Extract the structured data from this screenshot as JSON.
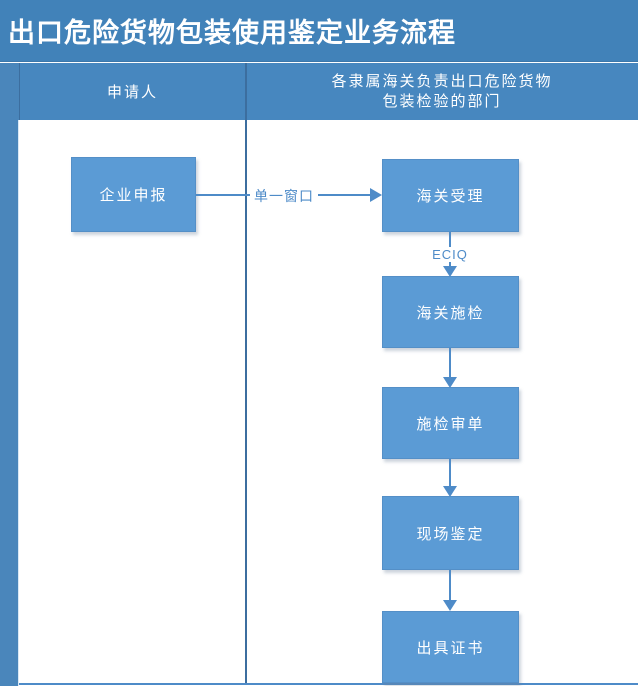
{
  "title": "出口危险货物包装使用鉴定业务流程",
  "lanes": {
    "applicant_header": "申请人",
    "customs_header_line1": "各隶属海关负责出口危险货物",
    "customs_header_line2": "包装检验的部门"
  },
  "flow": {
    "applicant_box": "企业申报",
    "connector_label": "单一窗口",
    "eciq_label": "ECIQ",
    "steps": [
      "海关受理",
      "海关施检",
      "施检审单",
      "现场鉴定",
      "出具证书"
    ]
  },
  "colors": {
    "banner_blue": "#4182b9",
    "lane_header_blue": "#4787bf",
    "box_blue": "#5b9bd5",
    "connector_blue": "#4e8bc8",
    "divider_blue": "#3c6e9f",
    "text_white": "#ffffff"
  }
}
